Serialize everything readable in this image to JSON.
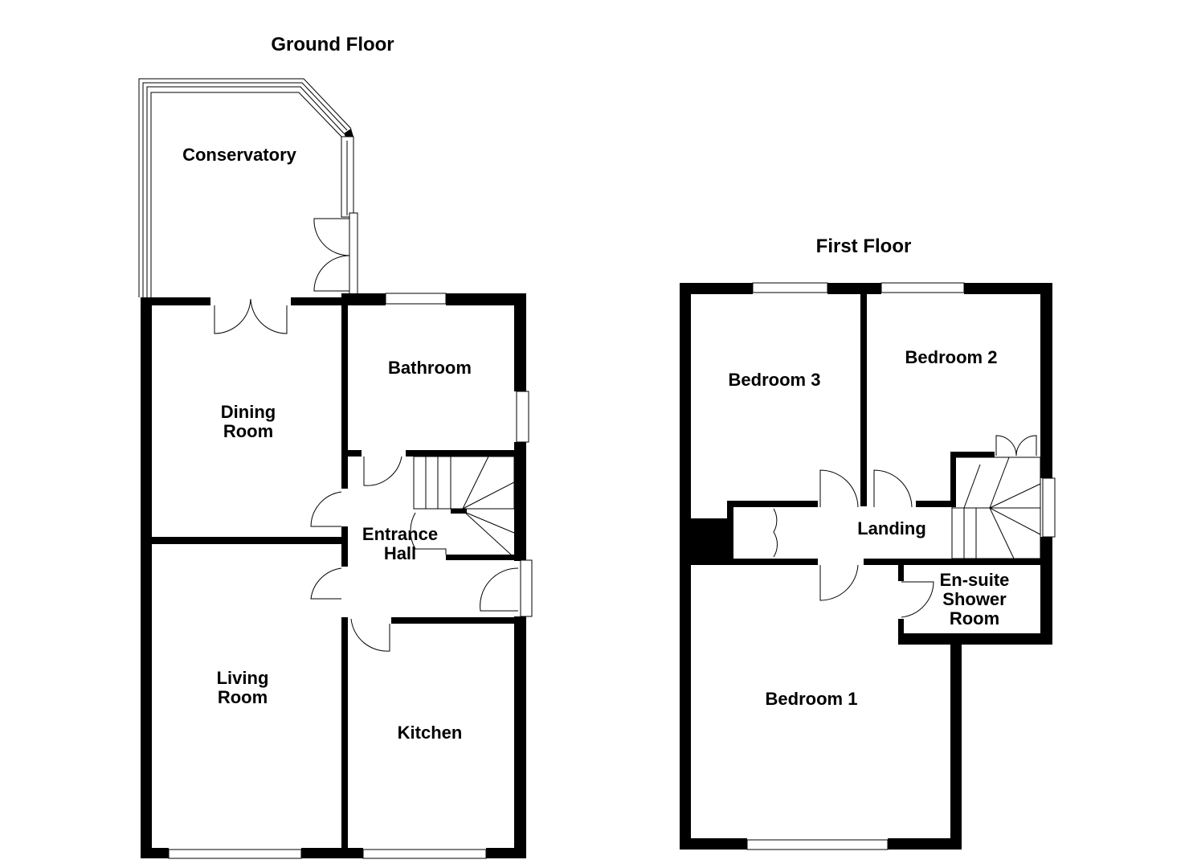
{
  "ground_floor": {
    "title": "Ground Floor",
    "rooms": {
      "conservatory": "Conservatory",
      "dining_room": [
        "Dining",
        "Room"
      ],
      "bathroom": "Bathroom",
      "entrance_hall": [
        "Entrance",
        "Hall"
      ],
      "living_room": [
        "Living",
        "Room"
      ],
      "kitchen": "Kitchen"
    }
  },
  "first_floor": {
    "title": "First Floor",
    "rooms": {
      "bedroom_3": "Bedroom 3",
      "bedroom_2": "Bedroom 2",
      "landing": "Landing",
      "ensuite": [
        "En-suite",
        "Shower",
        "Room"
      ],
      "bedroom_1": "Bedroom 1"
    }
  },
  "colors": {
    "wall": "#000000",
    "background": "#ffffff"
  }
}
